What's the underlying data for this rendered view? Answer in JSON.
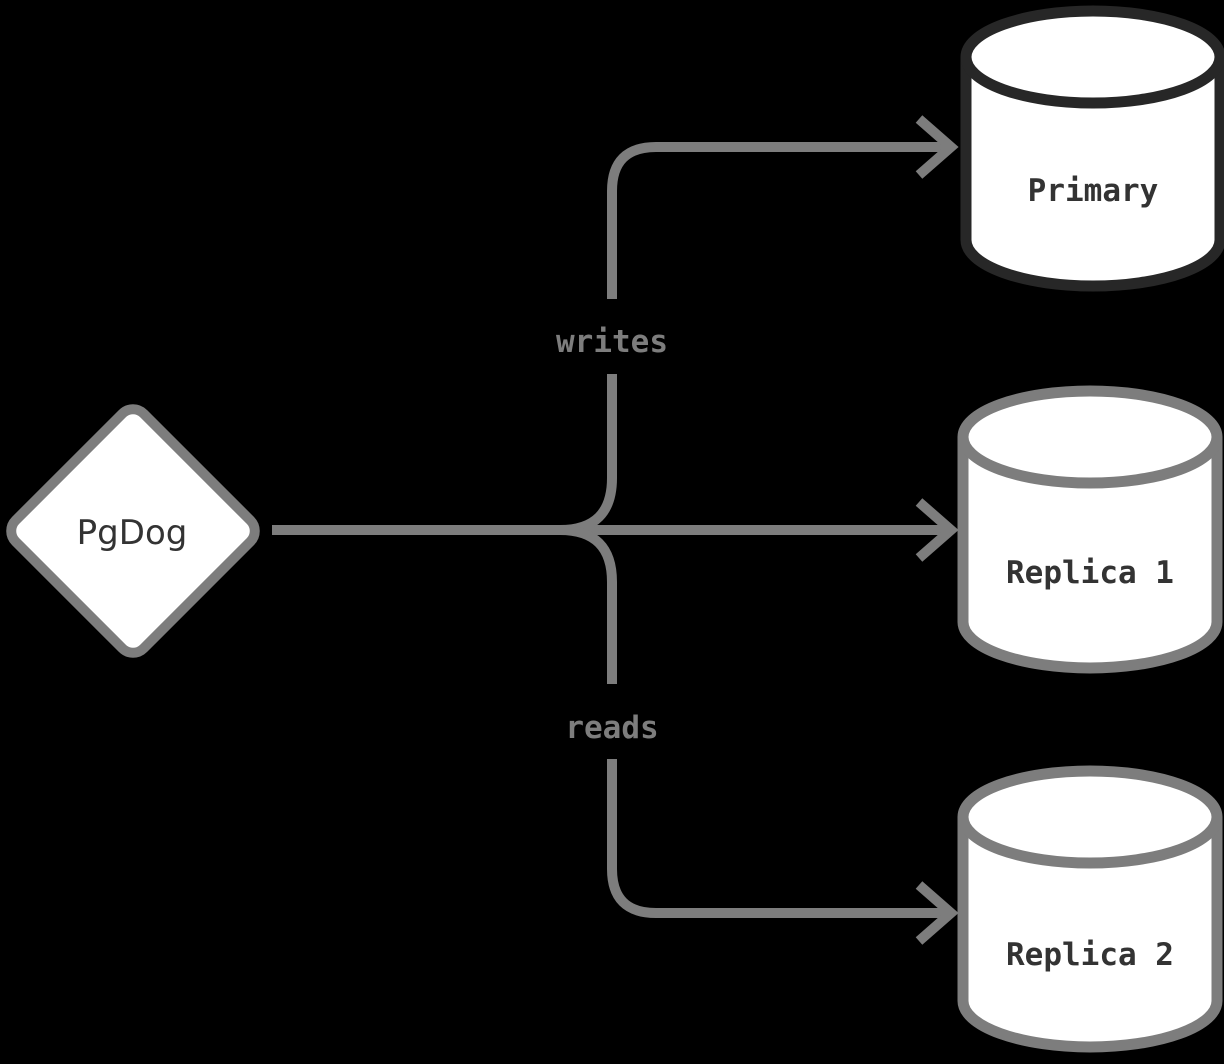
{
  "diagram": {
    "source_node": {
      "label": "PgDog",
      "shape": "diamond"
    },
    "database_nodes": [
      {
        "label": "Primary",
        "type": "database",
        "border_color": "#272727"
      },
      {
        "label": "Replica 1",
        "type": "database",
        "border_color": "#7d7d7d"
      },
      {
        "label": "Replica 2",
        "type": "database",
        "border_color": "#7d7d7d"
      }
    ],
    "edges": [
      {
        "from": "PgDog",
        "to": "Primary",
        "label": "writes"
      },
      {
        "from": "PgDog",
        "to": "Replica 1",
        "label": ""
      },
      {
        "from": "PgDog",
        "to": "Replica 2",
        "label": "reads"
      }
    ]
  },
  "colors": {
    "background": "#000000",
    "connector_line": "#7d7d7d",
    "primary_node_border": "#272727",
    "replica_node_border": "#7d7d7d",
    "node_fill": "#ffffff",
    "node_label_text": "#333333",
    "source_label_text": "#333333",
    "edge_label_text": "#7d7d7d"
  }
}
